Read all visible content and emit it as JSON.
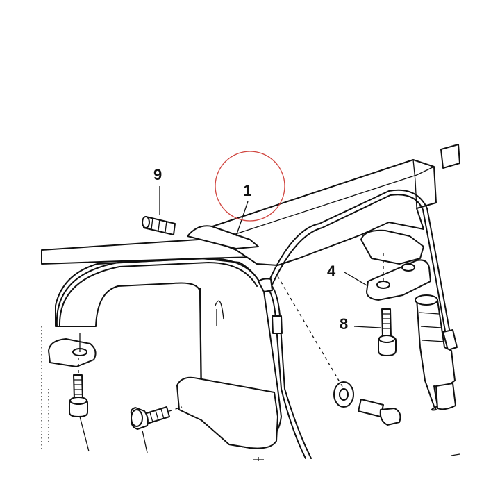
{
  "callouts": {
    "c1": "1",
    "c4": "4",
    "c8": "8",
    "c9": "9"
  },
  "highlight": {
    "color": "#d0453f",
    "target": "1"
  },
  "colors": {
    "ink": "#111111",
    "paper": "#ffffff"
  }
}
